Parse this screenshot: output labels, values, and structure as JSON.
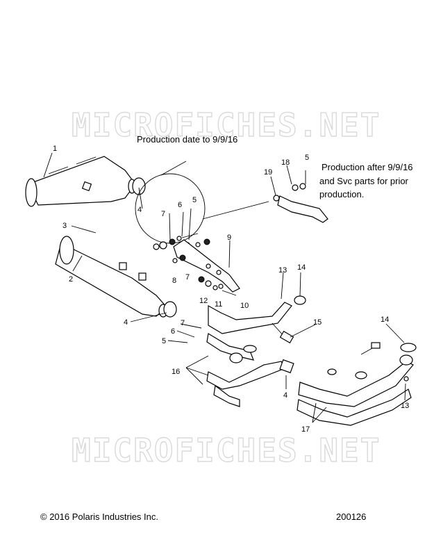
{
  "watermark": "MICROFICHES.NET",
  "notes": {
    "production_before": "Production date to 9/9/16",
    "production_after": [
      "Production after 9/9/16",
      "and Svc parts for prior",
      "production."
    ]
  },
  "callouts": {
    "c1": "1",
    "c2": "2",
    "c3": "3",
    "c4a": "4",
    "c4b": "4",
    "c4c": "4",
    "c5a": "5",
    "c5b": "5",
    "c5c": "5",
    "c6a": "6",
    "c6b": "6",
    "c7a": "7",
    "c7b": "7",
    "c7c": "7",
    "c8": "8",
    "c9": "9",
    "c10": "10",
    "c11": "11",
    "c12": "12",
    "c13a": "13",
    "c13b": "13",
    "c14a": "14",
    "c14b": "14",
    "c15": "15",
    "c16": "16",
    "c17": "17",
    "c18": "18",
    "c19": "19"
  },
  "footer": {
    "copyright": "© 2016 Polaris Industries Inc.",
    "diagram_id": "200126"
  }
}
